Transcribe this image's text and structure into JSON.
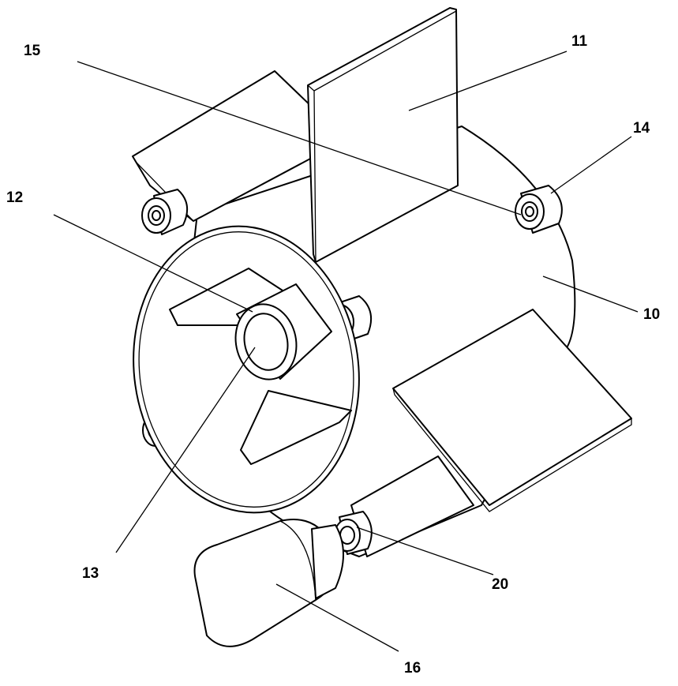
{
  "figure": {
    "callouts": [
      {
        "id": "c10",
        "label": "10"
      },
      {
        "id": "c11",
        "label": "11"
      },
      {
        "id": "c12",
        "label": "12"
      },
      {
        "id": "c13",
        "label": "13"
      },
      {
        "id": "c14",
        "label": "14"
      },
      {
        "id": "c15",
        "label": "15"
      },
      {
        "id": "c16",
        "label": "16"
      },
      {
        "id": "c20",
        "label": "20"
      }
    ]
  }
}
